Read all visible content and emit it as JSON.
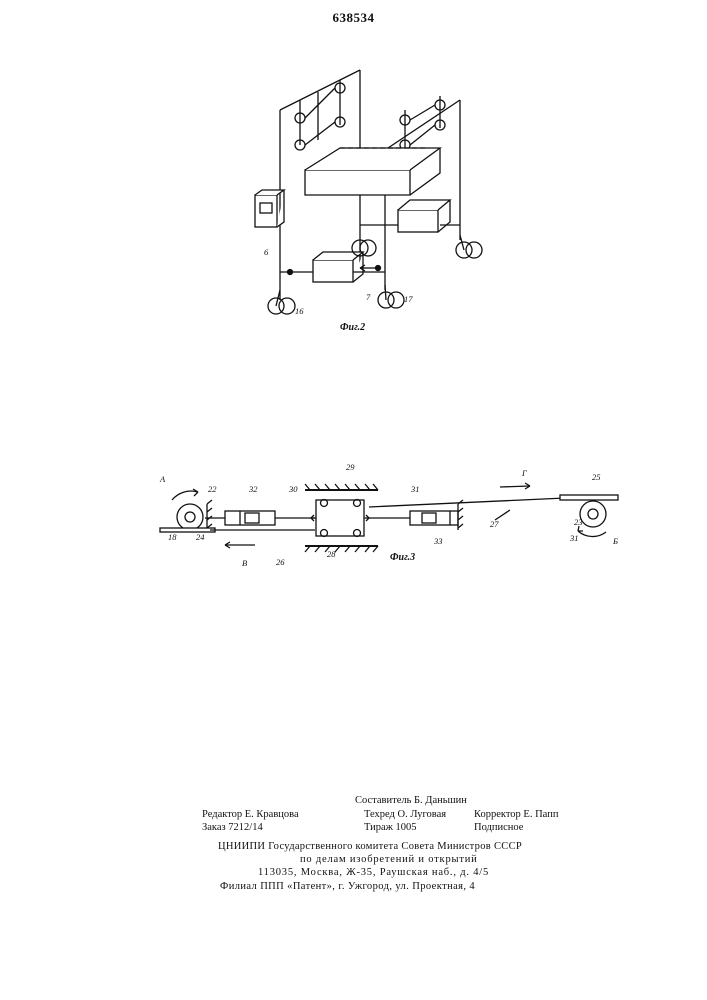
{
  "page": {
    "patent_number": "638534"
  },
  "figure2": {
    "caption": "Фиг.2",
    "labels": {
      "l6": "6",
      "l7": "7",
      "l16": "16",
      "l17": "17"
    }
  },
  "figure3": {
    "caption": "Фиг.3",
    "labels": {
      "A": "А",
      "B": "Б",
      "V": "В",
      "G": "Г",
      "l18": "18",
      "l22": "22",
      "l23": "23",
      "l24": "24",
      "l25": "25",
      "l26": "26",
      "l27": "27",
      "l28": "28",
      "l29": "29",
      "l30": "30",
      "l31a": "31",
      "l31b": "31",
      "l32": "32",
      "l33": "33"
    }
  },
  "imprint": {
    "compiler": "Составитель Б. Даньшин",
    "editor": "Редактор Е. Кравцова",
    "techred": "Техред О. Луговая",
    "corrector": "Корректор Е. Папп",
    "order": "Заказ 7212/14",
    "circulation": "Тираж 1005",
    "subscription": "Подписное",
    "org_line1": "ЦНИИПИ Государственного комитета Совета Министров СССР",
    "org_line2": "по делам изобретений и открытий",
    "address": "113035, Москва, Ж-35, Раушская наб., д. 4/5",
    "branch": "Филиал ППП «Патент», г. Ужгород, ул. Проектная, 4"
  }
}
